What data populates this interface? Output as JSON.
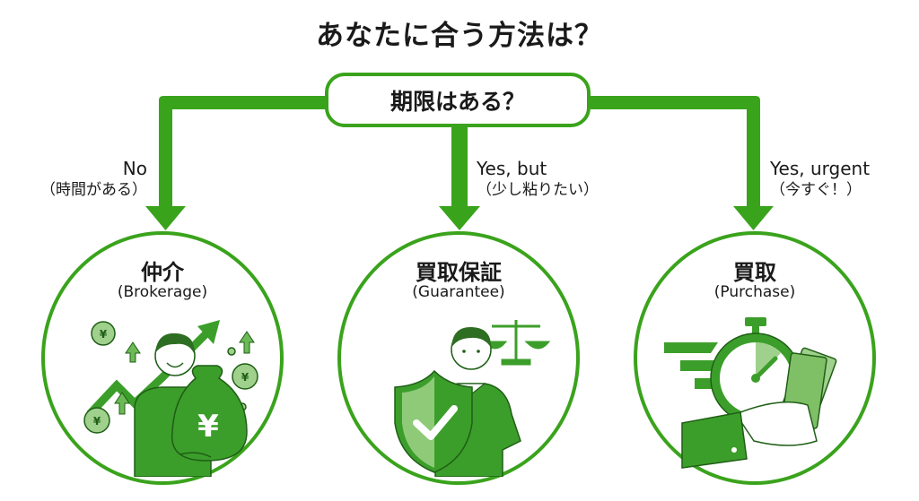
{
  "title": "あなたに合う方法は？",
  "question": "期限はある？",
  "colors": {
    "accent": "#3aa31c",
    "fill": "#3c9e2a",
    "light_fill": "#9fd08c",
    "outline": "#1f5e16",
    "text": "#1a1a1a"
  },
  "branches": [
    {
      "answer": "No",
      "note": "（時間がある）",
      "option_jp": "仲介",
      "option_en": "(Brokerage)",
      "icon": "person-with-yen-moneybag-rising-chart-icon"
    },
    {
      "answer": "Yes, but",
      "note": "（少し粘りたい）",
      "option_jp": "買取保証",
      "option_en": "(Guarantee)",
      "icon": "person-with-shield-check-and-scales-icon"
    },
    {
      "answer": "Yes, urgent",
      "note": "（今すぐ！）",
      "option_jp": "買取",
      "option_en": "(Purchase)",
      "icon": "stopwatch-hand-with-cash-icon"
    }
  ]
}
